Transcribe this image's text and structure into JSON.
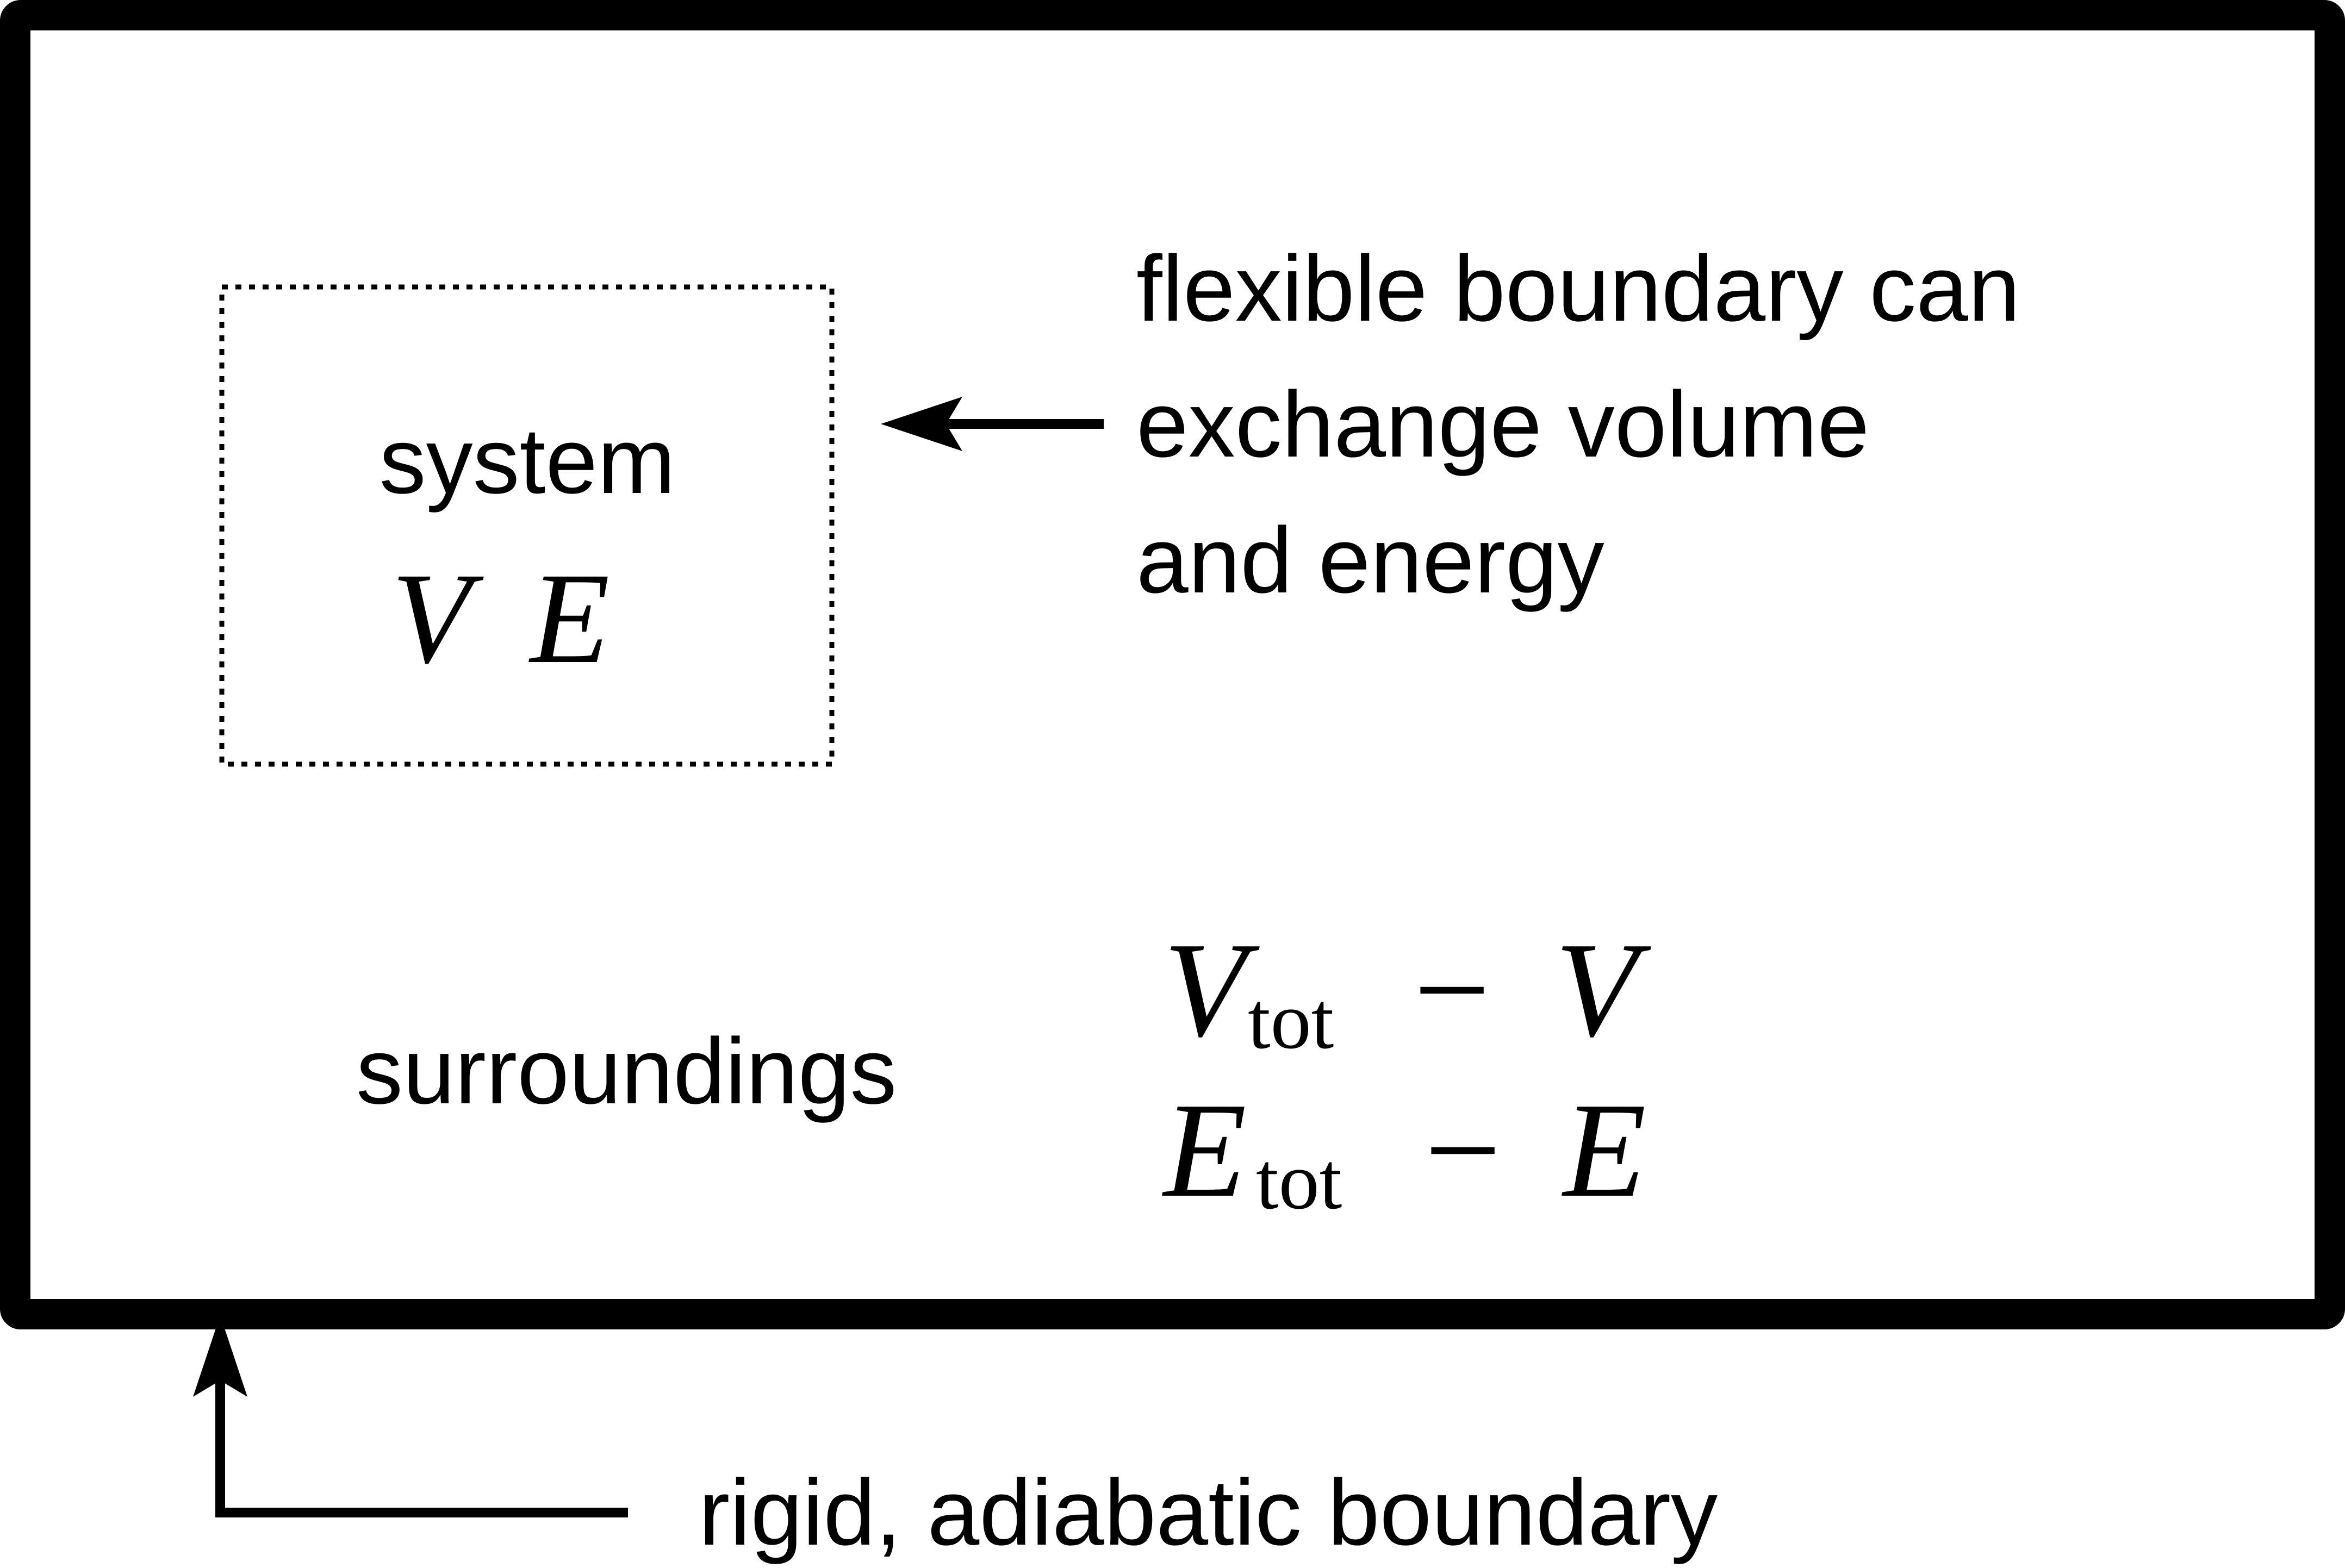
{
  "system": {
    "label": "system",
    "var_v": "V",
    "var_e": "E"
  },
  "flexible_boundary": {
    "line1": "flexible boundary can",
    "line2": "exchange volume",
    "line3": "and energy"
  },
  "surroundings": {
    "label": "surroundings",
    "volume_expr": {
      "main": "V",
      "subscript": "tot",
      "operator": "−",
      "rhs": "V"
    },
    "energy_expr": {
      "main": "E",
      "subscript": "tot",
      "operator": "−",
      "rhs": "E"
    }
  },
  "rigid_boundary": {
    "label": "rigid, adiabatic boundary"
  }
}
